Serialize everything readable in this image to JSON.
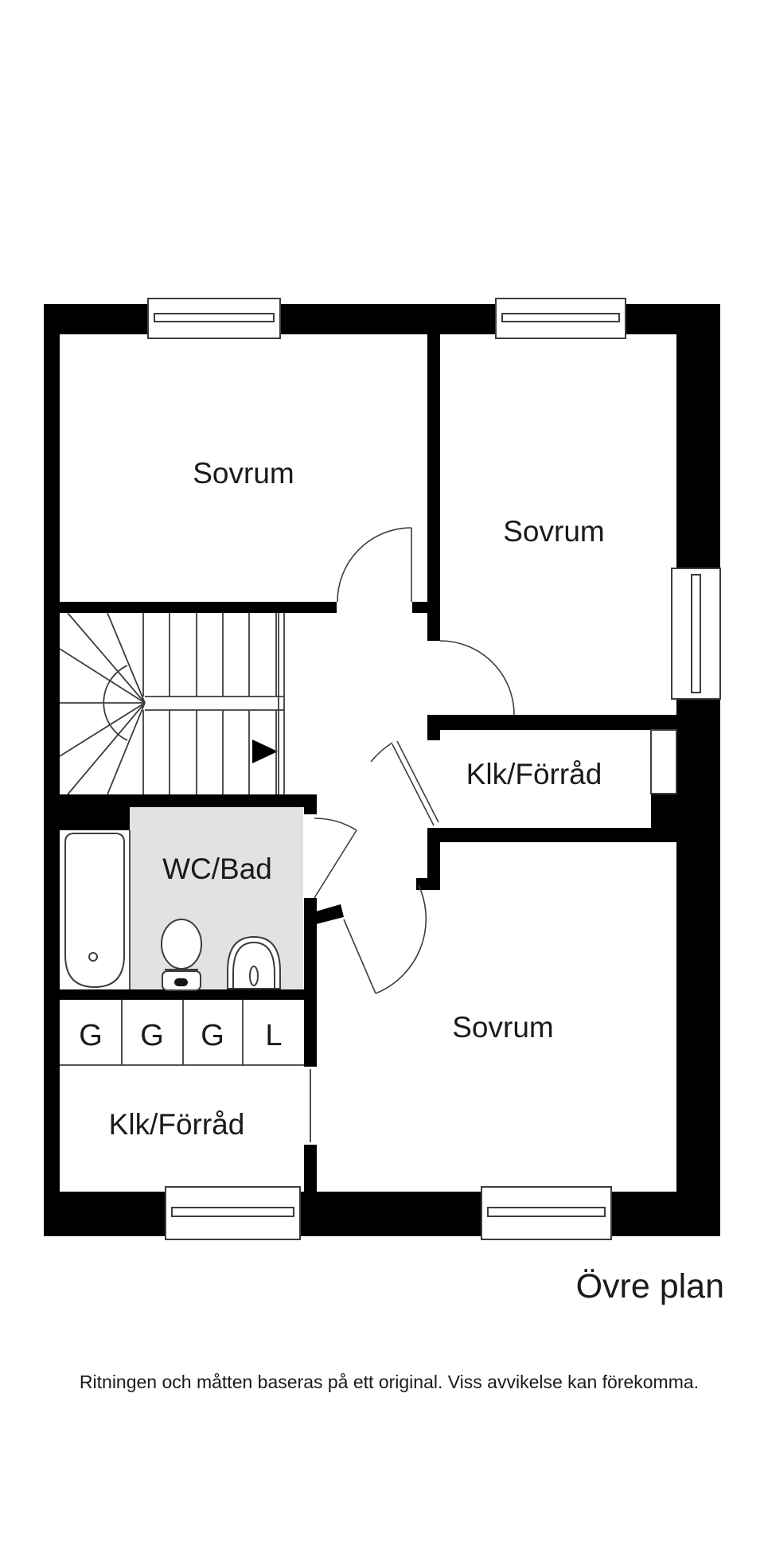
{
  "title": "Övre plan",
  "disclaimer": "Ritningen och måtten baseras på ett original. Viss avvikelse kan förekomma.",
  "rooms": {
    "bedroom_top_left": "Sovrum",
    "bedroom_top_right": "Sovrum",
    "bedroom_bottom": "Sovrum",
    "bathroom": "WC/Bad",
    "closet_right": "Klk/Förråd",
    "closet_bottom_left": "Klk/Förråd"
  },
  "wardrobes": [
    "G",
    "G",
    "G",
    "L"
  ],
  "colors": {
    "wall": "#000000",
    "bathroom_floor": "#e2e2e2",
    "line": "#3d3d3d",
    "text": "#1a1a1a",
    "background": "#ffffff"
  }
}
